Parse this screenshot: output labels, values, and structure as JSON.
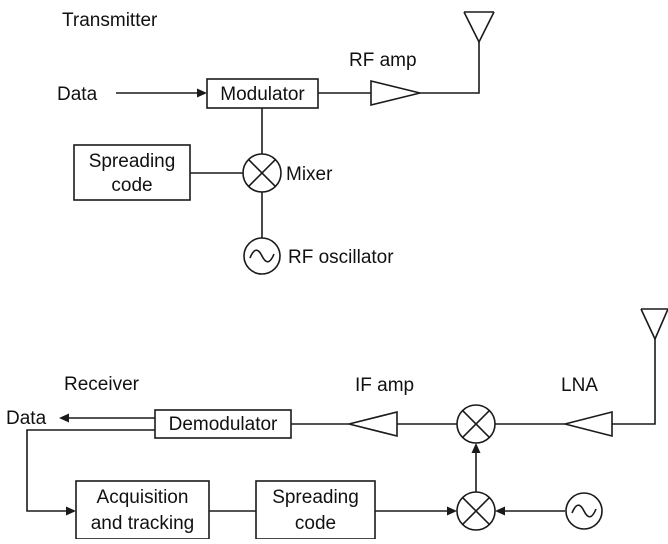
{
  "transmitter": {
    "section_label": "Transmitter",
    "data_label": "Data",
    "modulator_label": "Modulator",
    "rf_amp_label": "RF amp",
    "spreading_code_line1": "Spreading",
    "spreading_code_line2": "code",
    "mixer_label": "Mixer",
    "oscillator_label": "RF oscillator"
  },
  "receiver": {
    "section_label": "Receiver",
    "data_label": "Data",
    "demodulator_label": "Demodulator",
    "if_amp_label": "IF amp",
    "lna_label": "LNA",
    "acquisition_line1": "Acquisition",
    "acquisition_line2": "and tracking",
    "spreading_code_line1": "Spreading",
    "spreading_code_line2": "code"
  }
}
